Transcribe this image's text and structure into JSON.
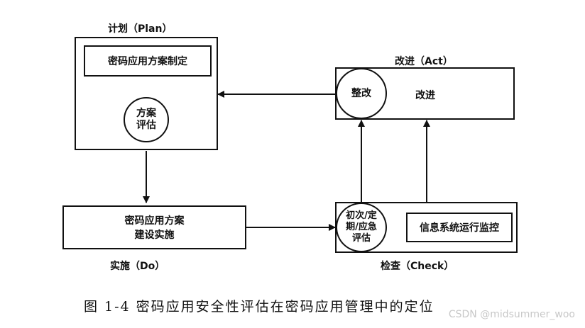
{
  "plan": {
    "label": "计划（Plan）",
    "inner_box": "密码应用方案制定",
    "circle_line1": "方案",
    "circle_line2": "评估"
  },
  "act": {
    "label": "改进（Act）",
    "circle": "整改",
    "text": "改进"
  },
  "do": {
    "label": "实施（Do）",
    "line1": "密码应用方案",
    "line2": "建设实施"
  },
  "check": {
    "label": "检查（Check）",
    "circle_line1": "初次/定",
    "circle_line2": "期/应急",
    "circle_line3": "评估",
    "inner_box": "信息系统运行监控"
  },
  "caption": "图 1-4 密码应用安全性评估在密码应用管理中的定位",
  "watermark": "CSDN @midsummer_woo"
}
